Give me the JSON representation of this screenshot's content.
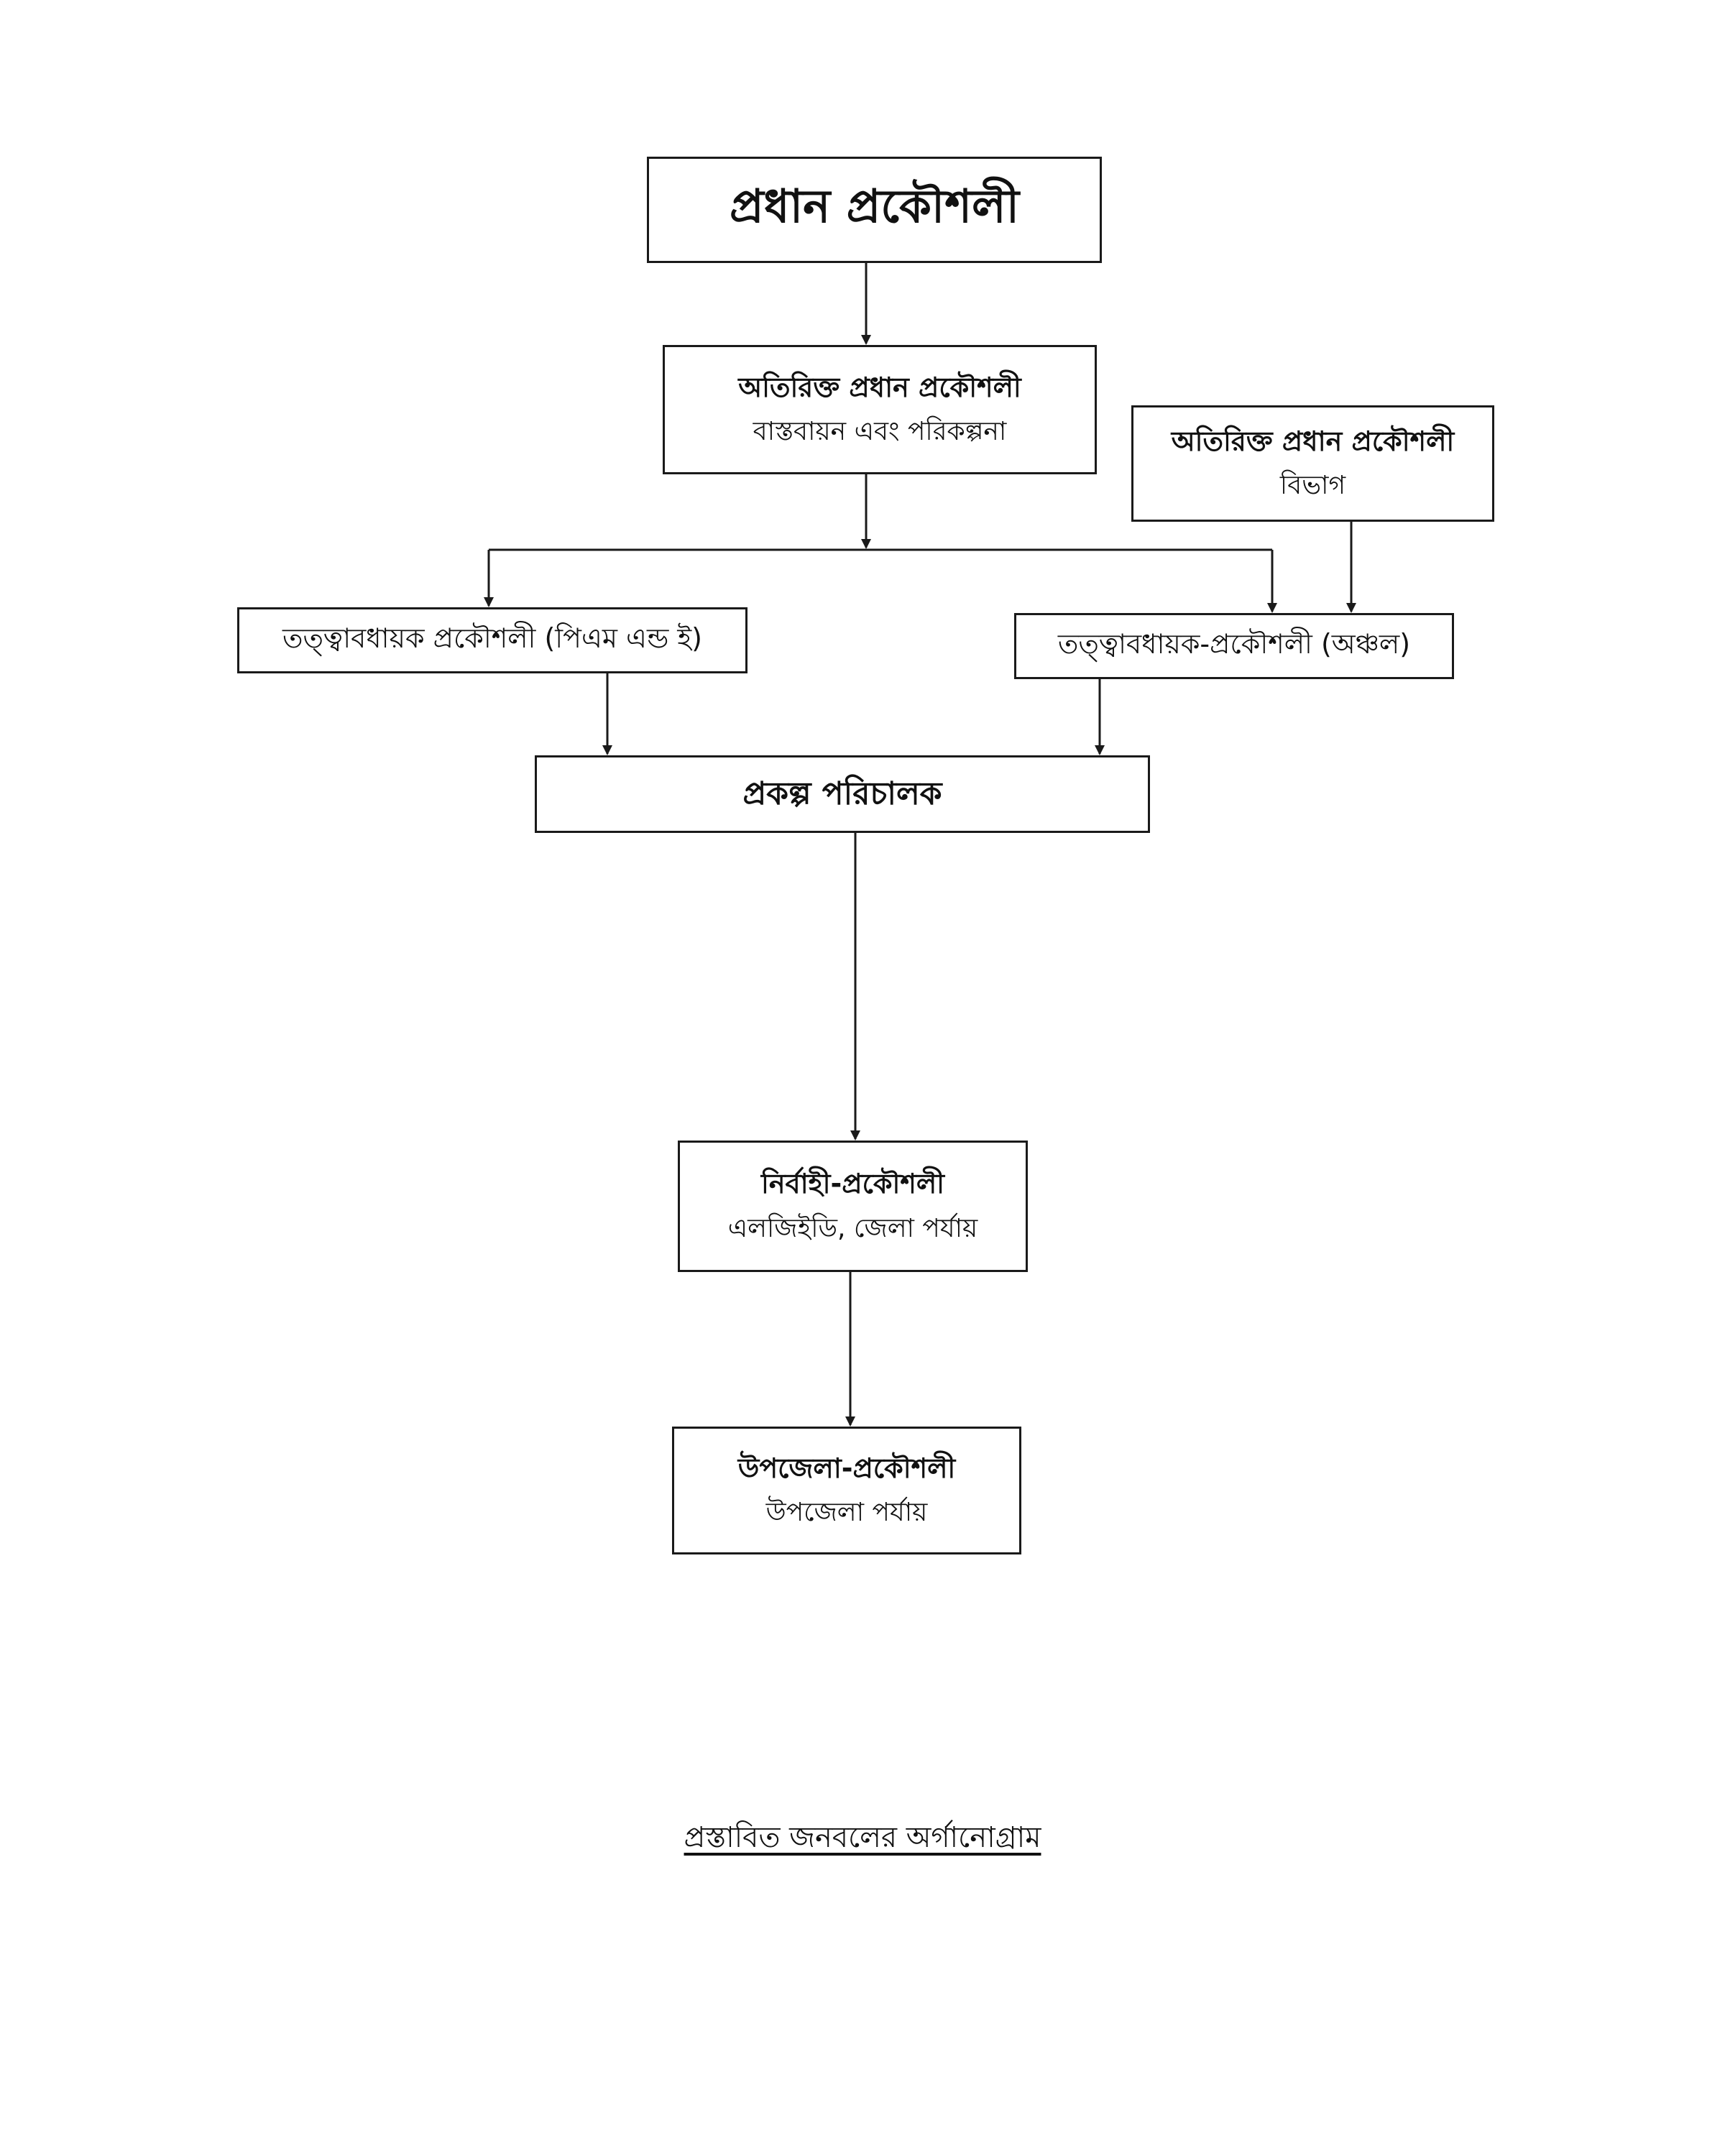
{
  "nodes": {
    "chief_engineer": {
      "title": "প্রধান প্রকৌশলী"
    },
    "addl_chief_impl": {
      "title": "অতিরিক্ত প্রধান প্রকৌশলী",
      "subtitle": "বাস্তবায়ন এবং পরিকল্পনা"
    },
    "addl_chief_div": {
      "title": "অতিরিক্ত প্রধান প্রকৌশলী",
      "subtitle": "বিভাগ"
    },
    "se_pme": {
      "title": "তত্ত্বাবধায়ক প্রকৌশলী (পিএম এন্ড ই)"
    },
    "se_zone": {
      "title": "তত্ত্বাবধায়ক-প্রকৌশলী (অঞ্চল)"
    },
    "project_director": {
      "title": "প্রকল্প পরিচালক"
    },
    "executive_engineer": {
      "title": "নির্বাহী-প্রকৌশলী",
      "subtitle": "এলজিইডি, জেলা পর্যায়"
    },
    "upazila_engineer": {
      "title": "উপজেলা-প্রকৌশলী",
      "subtitle": "উপজেলা পর্যায়"
    }
  },
  "caption": "প্রস্তাবিত জনবলের অর্গানোগ্রাম",
  "colors": {
    "line": "#1a1a1a",
    "background": "#ffffff"
  }
}
